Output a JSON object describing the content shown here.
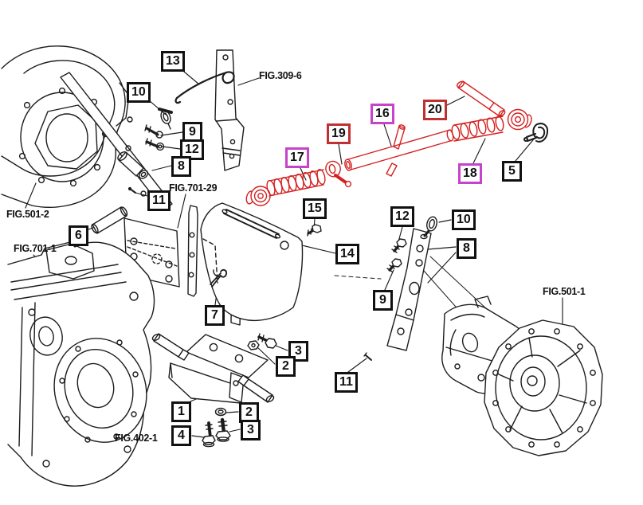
{
  "diagram": {
    "type": "exploded-parts-diagram",
    "background": "#ffffff",
    "colors": {
      "line": "#1c1c1c",
      "highlight_part": "#d42020",
      "callout_black": "#111111",
      "callout_red": "#c03030",
      "callout_magenta": "#c743c7"
    },
    "figure_refs": [
      {
        "label": "FIG.501-2"
      },
      {
        "label": "FIG.701-1"
      },
      {
        "label": "FIG.309-6"
      },
      {
        "label": "FIG.701-29"
      },
      {
        "label": "FIG.402-1"
      },
      {
        "label": "FIG.501-1"
      }
    ],
    "callouts": [
      {
        "num": "13",
        "style": "black"
      },
      {
        "num": "10",
        "style": "black"
      },
      {
        "num": "9",
        "style": "black"
      },
      {
        "num": "12",
        "style": "black"
      },
      {
        "num": "8",
        "style": "black"
      },
      {
        "num": "11",
        "style": "black"
      },
      {
        "num": "6",
        "style": "black"
      },
      {
        "num": "17",
        "style": "magenta"
      },
      {
        "num": "19",
        "style": "red"
      },
      {
        "num": "16",
        "style": "magenta"
      },
      {
        "num": "20",
        "style": "red"
      },
      {
        "num": "18",
        "style": "magenta"
      },
      {
        "num": "5",
        "style": "black"
      },
      {
        "num": "15",
        "style": "black"
      },
      {
        "num": "14",
        "style": "black"
      },
      {
        "num": "12",
        "style": "black"
      },
      {
        "num": "10",
        "style": "black"
      },
      {
        "num": "8",
        "style": "black"
      },
      {
        "num": "9",
        "style": "black"
      },
      {
        "num": "11",
        "style": "black"
      },
      {
        "num": "7",
        "style": "black"
      },
      {
        "num": "3",
        "style": "black"
      },
      {
        "num": "2",
        "style": "black"
      },
      {
        "num": "1",
        "style": "black"
      },
      {
        "num": "2",
        "style": "black"
      },
      {
        "num": "4",
        "style": "black"
      },
      {
        "num": "3",
        "style": "black"
      }
    ]
  }
}
